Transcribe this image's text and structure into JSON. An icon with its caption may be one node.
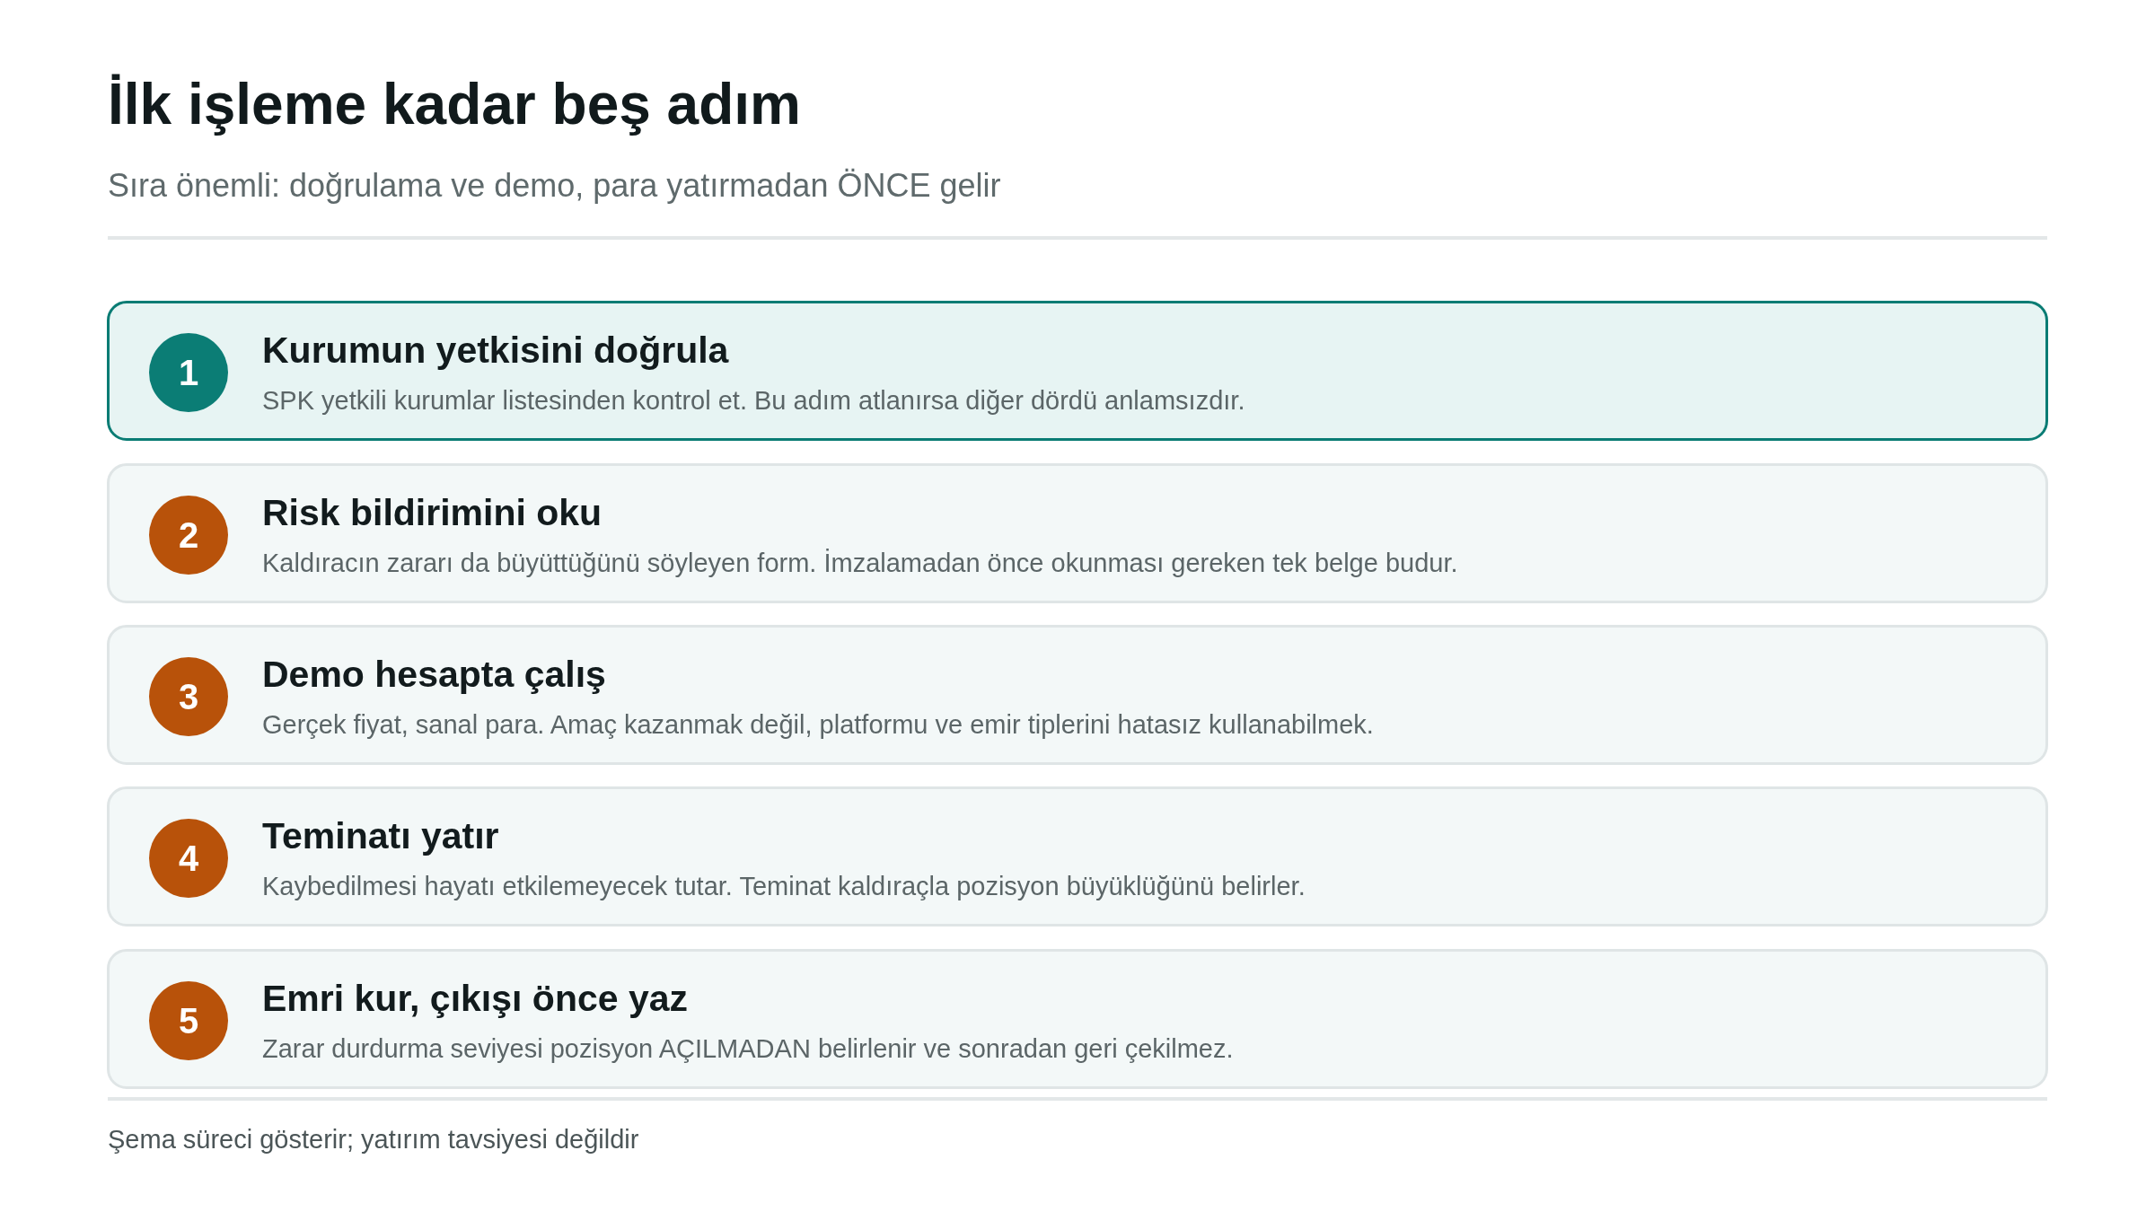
{
  "diagram": {
    "title": "İlk işleme kadar beş adım",
    "nodes": [
      {
        "text": [
          "Kurumun yetkisini doğrula",
          "SPK yetkili kurumlar listesinden kontrol et. Bu adım atlanırsa diğer dördü anlamsızdır."
        ]
      },
      {
        "text": [
          "1"
        ],
        "in": 0
      },
      {
        "text": [
          "Risk bildirimini oku",
          "Kaldıracın zararı da büyüttüğünü söyleyen form. İmzalamadan önce okunması gereken tek belge budur."
        ]
      },
      {
        "text": [
          "2"
        ],
        "in": 2
      },
      {
        "text": [
          "Demo hesapta çalış",
          "Gerçek fiyat, sanal para. Amaç kazanmak değil, platformu ve emir tiplerini hatasız kullanabilmek."
        ]
      },
      {
        "text": [
          "3"
        ],
        "in": 4
      },
      {
        "text": [
          "Teminatı yatır",
          "Kaybedilmesi hayatı etkilemeyecek tutar. Teminat kaldıraçla pozisyon büyüklüğünü belirler."
        ]
      },
      {
        "text": [
          "4"
        ],
        "in": 6
      },
      {
        "text": [
          "Emri kur, çıkışı önce yaz",
          "Zarar durdurma seviyesi pozisyon AÇILMADAN belirlenir ve sonradan geri çekilmez."
        ]
      },
      {
        "text": [
          "5"
        ],
        "in": 8
      }
    ],
    "labels": [
      "Sıra önemli: doğrulama ve demo, para yatırmadan ÖNCE gelir",
      "Şema süreci gösterir; yatırım tavsiyesi değildir"
    ]
  }
}
